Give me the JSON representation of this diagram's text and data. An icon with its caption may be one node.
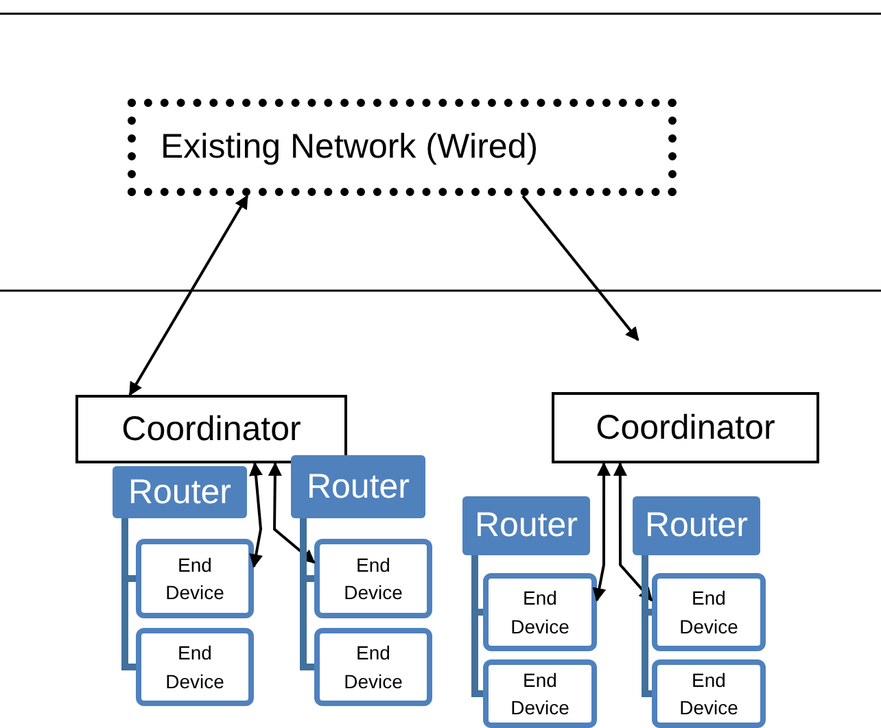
{
  "diagram": {
    "nodes": [
      {
        "text": [
          "Existing Network (Wired)"
        ]
      },
      {
        "text": [
          "Coordinator"
        ]
      },
      {
        "text": [
          "Router"
        ]
      },
      {
        "text": [
          "End Device"
        ]
      },
      {
        "text": [
          "End Device"
        ]
      },
      {
        "text": [
          "Router"
        ]
      },
      {
        "text": [
          "End Device"
        ]
      },
      {
        "text": [
          "End Device"
        ]
      },
      {
        "text": [
          "Coordinator"
        ]
      },
      {
        "text": [
          "Router"
        ]
      },
      {
        "text": [
          "End Device"
        ]
      },
      {
        "text": [
          "End Device"
        ]
      },
      {
        "text": [
          "Router"
        ]
      },
      {
        "text": [
          "End Device"
        ]
      },
      {
        "text": [
          "End Device"
        ]
      }
    ],
    "edges": [
      {
        "from": 0,
        "to": 1,
        "arrow": "both",
        "color": "#000000"
      },
      {
        "from": 0,
        "to": null,
        "arrow": "to",
        "color": "#000000"
      },
      {
        "from": 1,
        "to": 3,
        "arrow": "both",
        "color": "#000000"
      },
      {
        "from": 1,
        "to": 6,
        "arrow": "both",
        "color": "#000000"
      },
      {
        "from": 8,
        "to": 10,
        "arrow": "both",
        "color": "#000000"
      },
      {
        "from": 8,
        "to": 13,
        "arrow": "both",
        "color": "#000000"
      },
      {
        "from": 2,
        "to": 3,
        "arrow": "none"
      },
      {
        "from": 2,
        "to": 4,
        "arrow": "none"
      },
      {
        "from": 5,
        "to": 6,
        "arrow": "none"
      },
      {
        "from": 5,
        "to": 7,
        "arrow": "none"
      },
      {
        "from": 9,
        "to": 10,
        "arrow": "none"
      },
      {
        "from": 9,
        "to": 11,
        "arrow": "none"
      },
      {
        "from": 12,
        "to": 13,
        "arrow": "none"
      },
      {
        "from": 12,
        "to": 14,
        "arrow": "none"
      }
    ]
  }
}
